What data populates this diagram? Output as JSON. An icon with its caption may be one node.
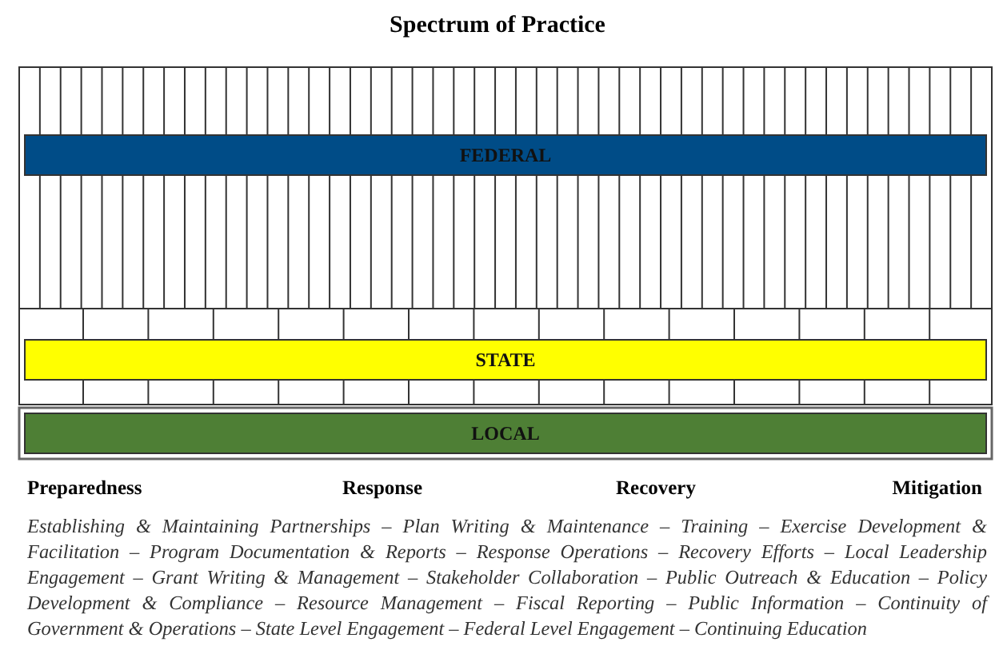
{
  "diagram": {
    "title": "Spectrum of Practice",
    "nodes": [
      {
        "text": [
          "FEDERAL"
        ]
      },
      {
        "text": [
          "STATE"
        ]
      },
      {
        "text": [
          "LOCAL"
        ]
      }
    ],
    "labels": [
      "Preparedness",
      "Response",
      "Recovery",
      "Mitigation",
      "Establishing & Maintaining Partnerships – Plan Writing & Maintenance – Training – Exercise Development & Facilitation – Program Documentation & Reports – Response Operations – Recovery Efforts – Local Leadership Engagement – Grant Writing & Management – Stakeholder Collaboration – Public Outreach & Education – Policy Development & Compliance – Resource Management – Fiscal Reporting – Public Information – Continuity of Government & Operations – State Level Engagement – Federal Level Engagement – Continuing Education"
    ]
  }
}
